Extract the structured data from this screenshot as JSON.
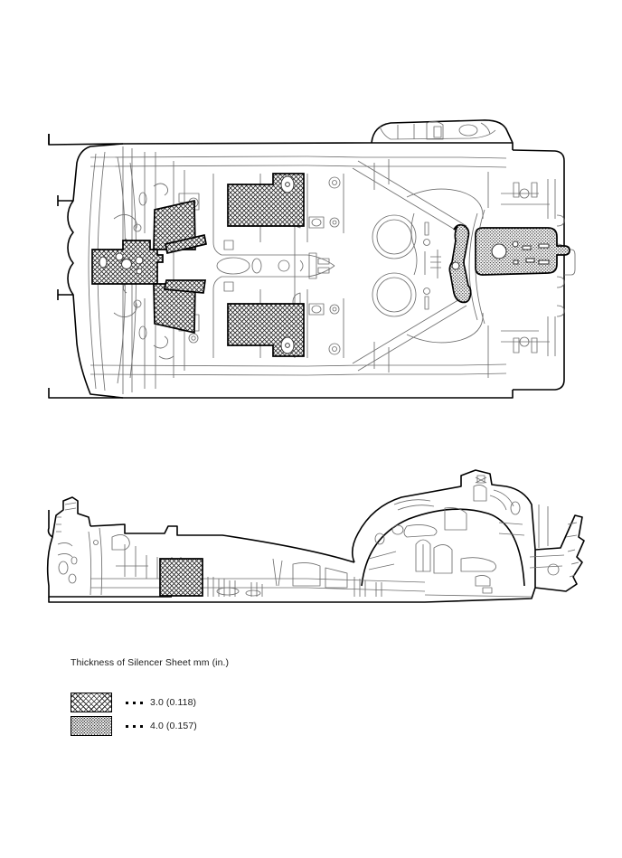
{
  "document": {
    "kind": "vehicle-underbody-silencer-sheet-diagram",
    "background_color": "#ffffff",
    "line_color": "#000000",
    "detail_line_color": "#6e6e6e"
  },
  "legend": {
    "title": "Thickness of Silencer Sheet mm (in.)",
    "rows": [
      {
        "swatch_pattern": "cross-hatch",
        "leader": "...",
        "value": "3.0 (0.118)",
        "thickness_mm": 3.0,
        "thickness_in": 0.118
      },
      {
        "swatch_pattern": "fine-dot-stipple",
        "leader": "...",
        "value": "4.0 (0.157)",
        "thickness_mm": 4.0,
        "thickness_in": 0.157
      }
    ]
  },
  "views": [
    {
      "id": "top-view",
      "label": "underbody-floor-pan-plan-view",
      "orientation": "front at left, rear at right"
    },
    {
      "id": "side-view",
      "label": "body-side-section-view",
      "orientation": "front at left, rear at right"
    }
  ],
  "patches": {
    "top_view": [
      {
        "name": "dash-toe-board-patch-left",
        "thickness": "3.0"
      },
      {
        "name": "front-footwell-patch-left",
        "thickness": "3.0"
      },
      {
        "name": "front-footwell-patch-right",
        "thickness": "3.0"
      },
      {
        "name": "tunnel-strip-upper",
        "thickness": "3.0"
      },
      {
        "name": "tunnel-strip-lower",
        "thickness": "3.0"
      },
      {
        "name": "rear-seat-floor-patch-left",
        "thickness": "3.0"
      },
      {
        "name": "rear-seat-floor-patch-right",
        "thickness": "3.0"
      },
      {
        "name": "rear-wheelhouse-strip",
        "thickness": "4.0"
      },
      {
        "name": "spare-tire-well-patch",
        "thickness": "4.0"
      }
    ],
    "side_view": [
      {
        "name": "side-dash-lower-patch",
        "thickness": "3.0"
      }
    ]
  }
}
